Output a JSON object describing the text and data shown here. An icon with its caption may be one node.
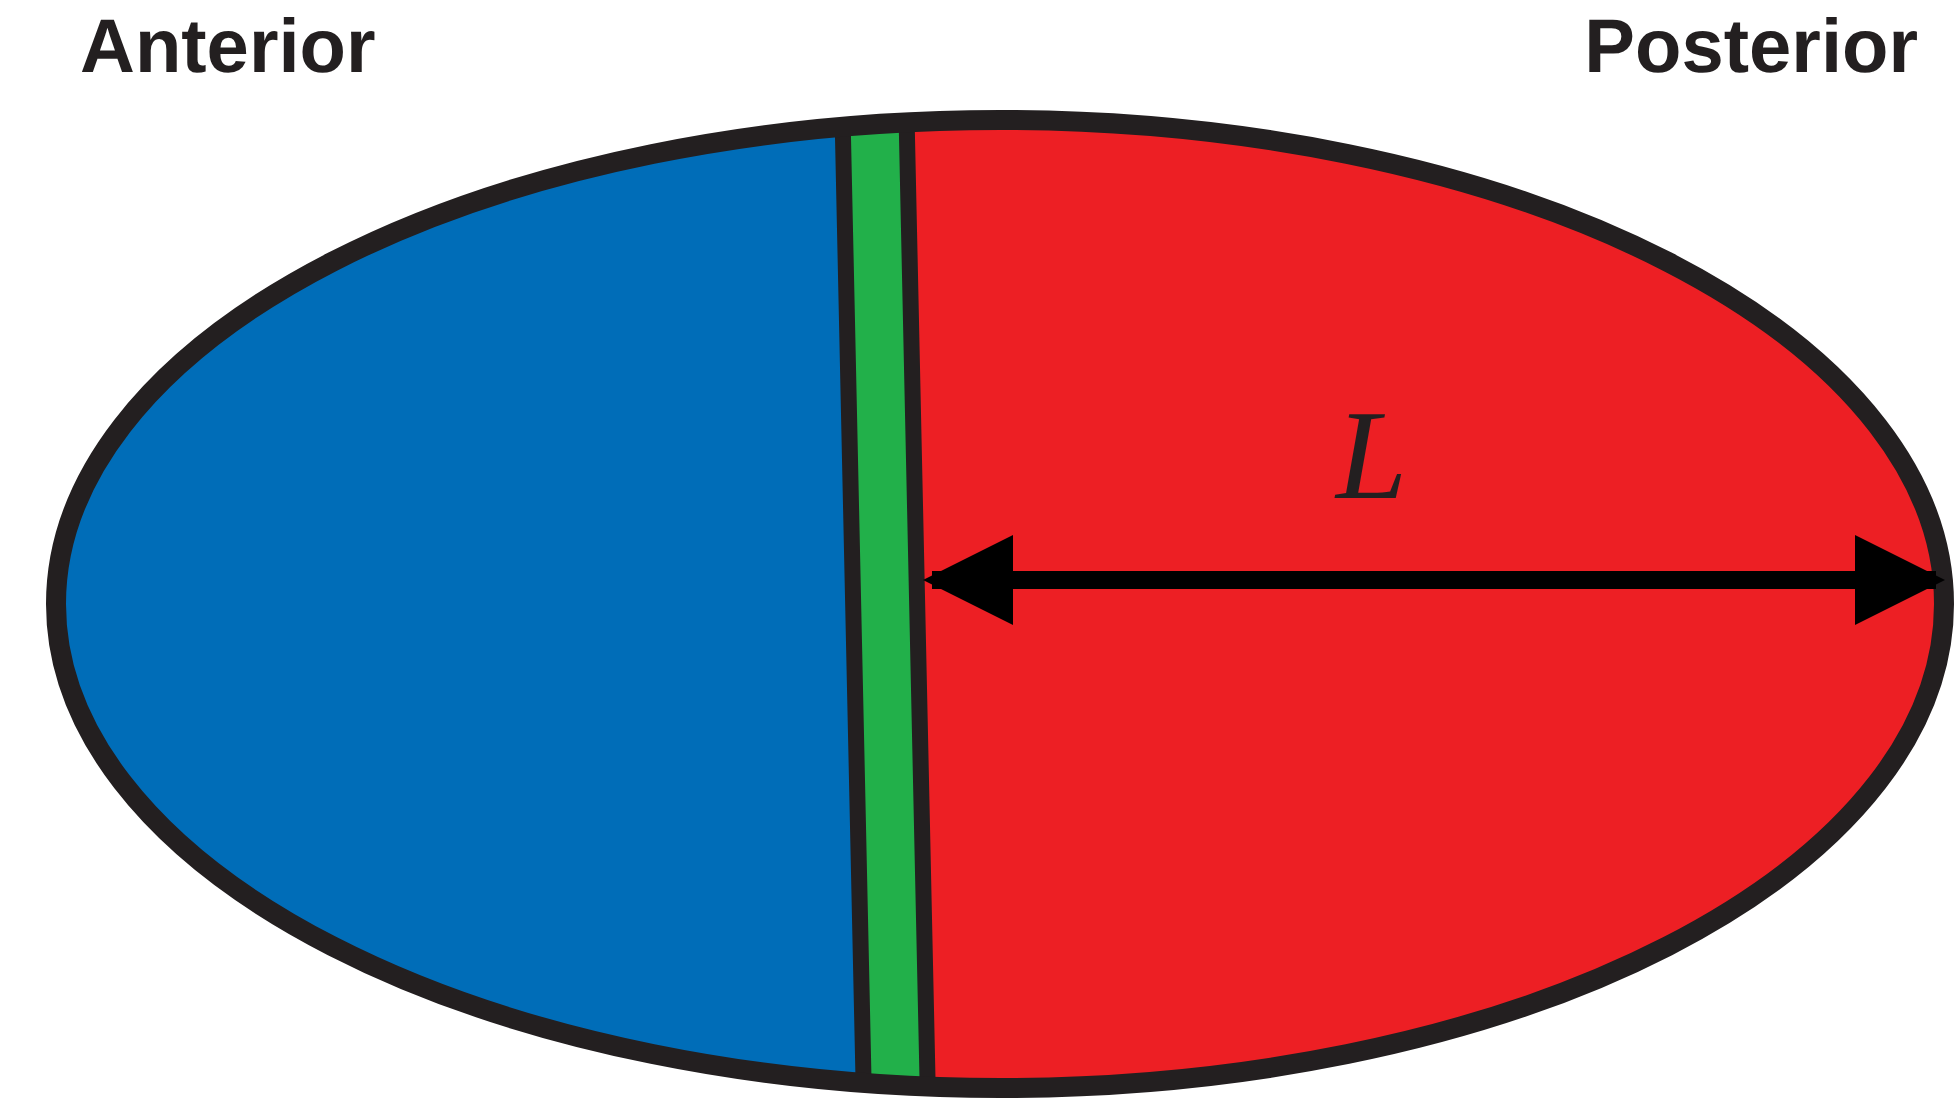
{
  "diagram": {
    "labels": [
      "Anterior",
      "Posterior",
      "L"
    ]
  }
}
